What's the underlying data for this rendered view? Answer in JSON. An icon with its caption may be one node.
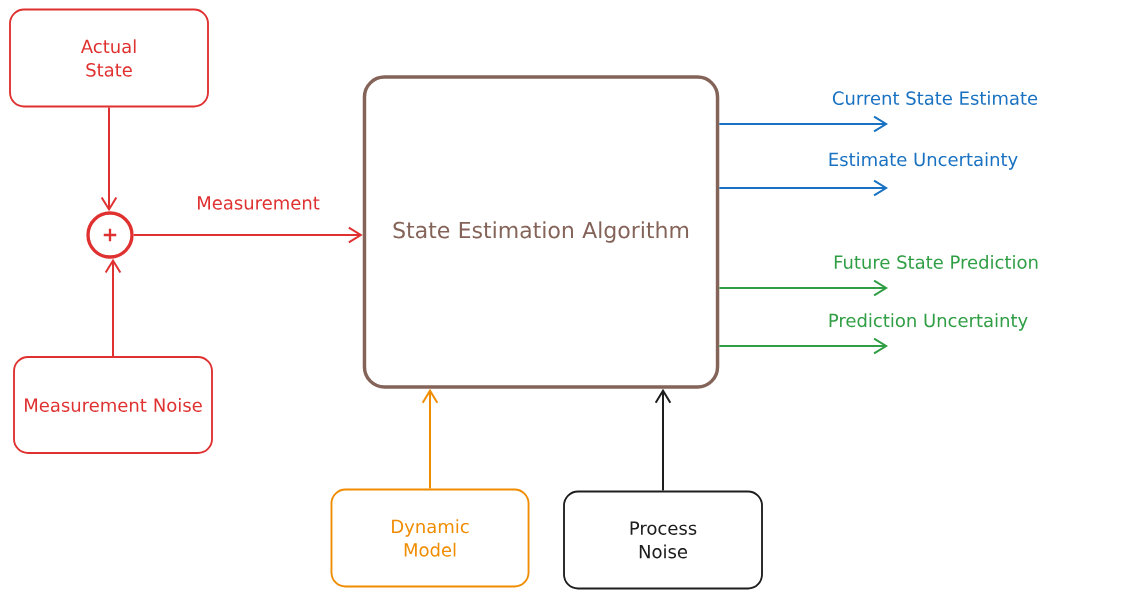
{
  "diagram": {
    "nodes": [
      {
        "text": [
          "Actual State"
        ]
      },
      {
        "text": [
          "+"
        ]
      },
      {
        "text": [
          "Measurement Noise"
        ]
      },
      {
        "text": [
          "State Estimation Algorithm"
        ]
      },
      {
        "text": [
          "Dynamic Model"
        ]
      },
      {
        "text": [
          "Process Noise"
        ]
      }
    ],
    "edges": [
      {
        "from": 0,
        "to": 1,
        "arrow": "to",
        "color": "#e03131"
      },
      {
        "from": 2,
        "to": 1,
        "arrow": "to",
        "color": "#e03131"
      },
      {
        "from": 1,
        "to": 3,
        "arrow": "to",
        "label": "Measurement",
        "color": "#e03131"
      },
      {
        "from": 4,
        "to": 3,
        "arrow": "to",
        "color": "#f08c00"
      },
      {
        "from": 5,
        "to": 3,
        "arrow": "to",
        "color": "#1e1e1e"
      },
      {
        "from": 3,
        "to": null,
        "arrow": "to",
        "label": "Current State Estimate",
        "color": "#1971c2"
      },
      {
        "from": 3,
        "to": null,
        "arrow": "to",
        "label": "Estimate Uncertainty",
        "color": "#1971c2"
      },
      {
        "from": 3,
        "to": null,
        "arrow": "to",
        "label": "Future State Prediction",
        "color": "#2f9e44"
      },
      {
        "from": 3,
        "to": null,
        "arrow": "to",
        "label": "Prediction Uncertainty",
        "color": "#2f9e44"
      }
    ]
  }
}
